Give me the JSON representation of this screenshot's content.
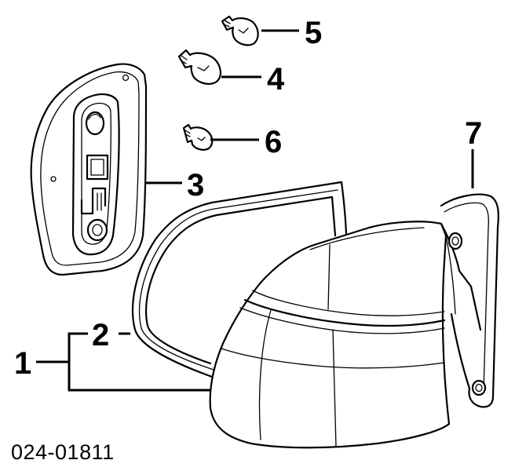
{
  "diagram": {
    "callouts": [
      {
        "id": "1",
        "label": "1"
      },
      {
        "id": "2",
        "label": "2"
      },
      {
        "id": "3",
        "label": "3"
      },
      {
        "id": "4",
        "label": "4"
      },
      {
        "id": "5",
        "label": "5"
      },
      {
        "id": "6",
        "label": "6"
      },
      {
        "id": "7",
        "label": "7"
      }
    ],
    "part_number": "024-01811",
    "colors": {
      "line": "#000000",
      "background": "#ffffff"
    }
  }
}
